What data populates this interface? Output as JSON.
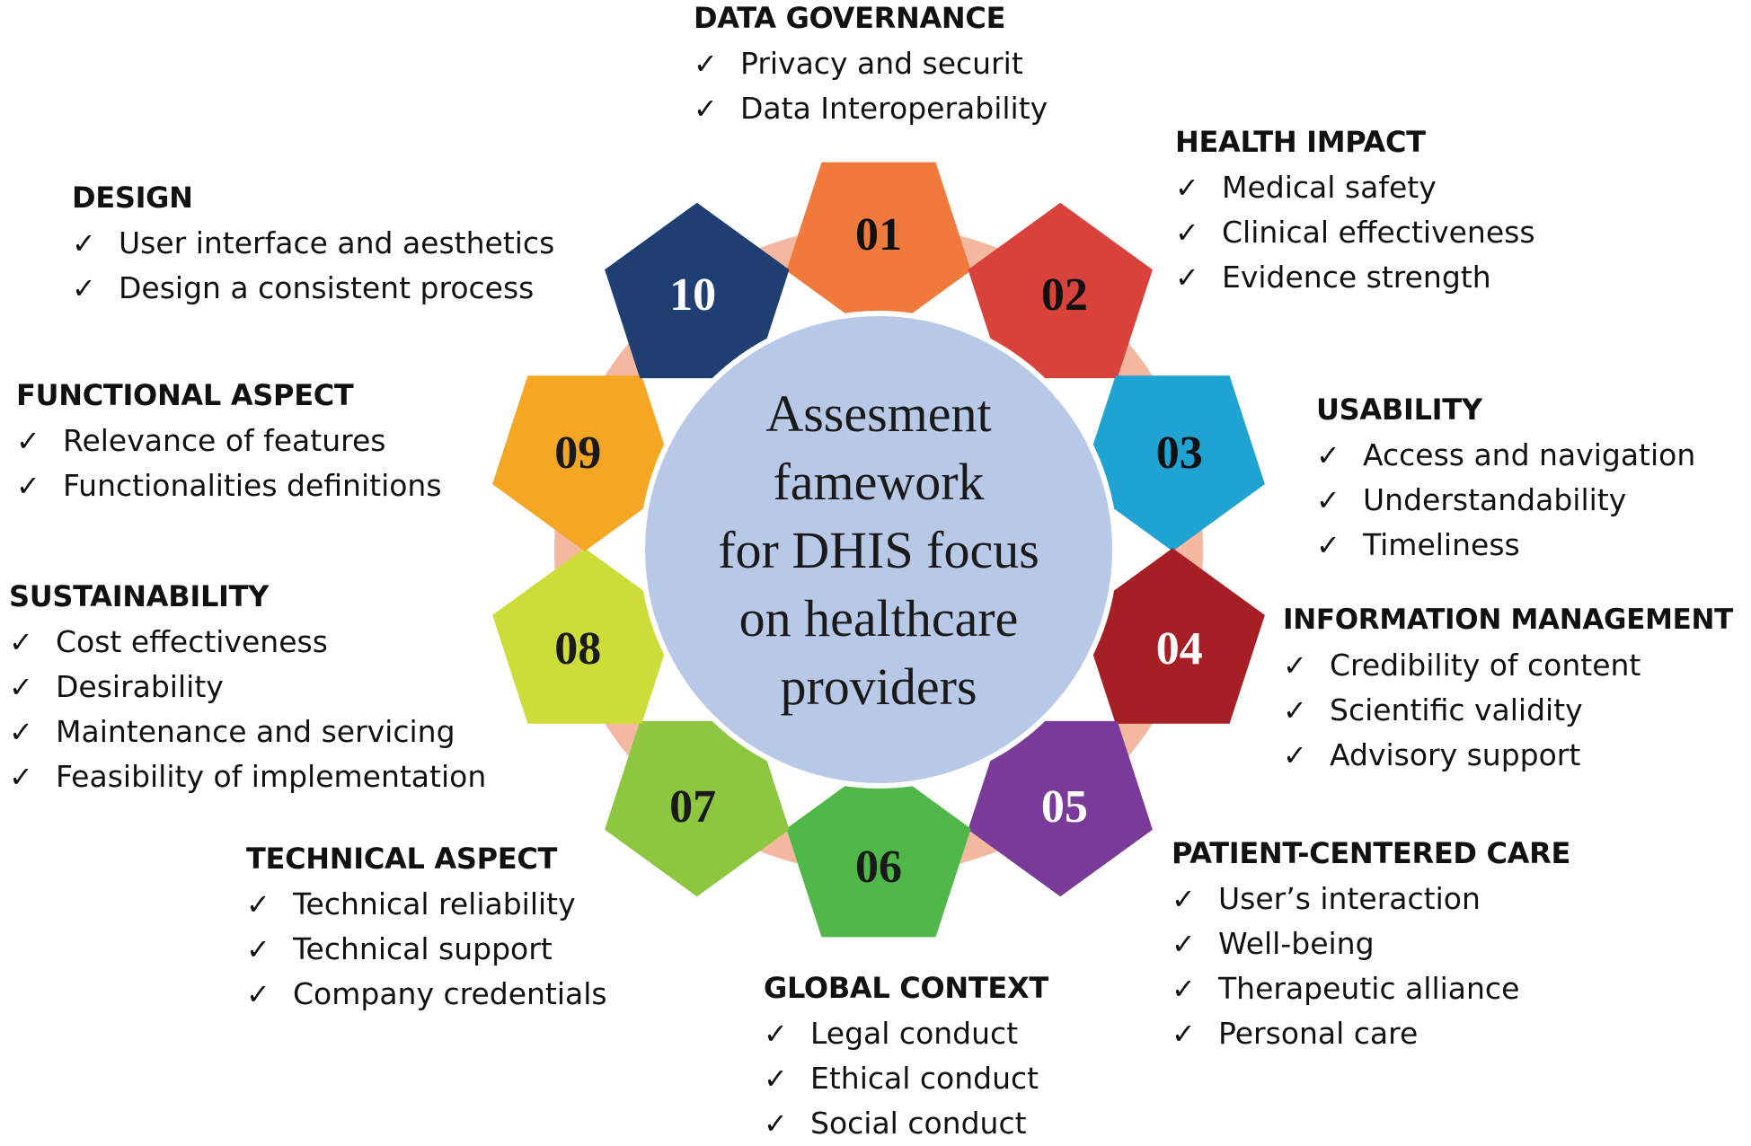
{
  "center": {
    "lines": [
      "Assesment",
      "famework",
      "for DHIS focus",
      "on healthcare",
      "providers"
    ]
  },
  "colors": {
    "center_fill": "#b8c9e8",
    "ring": "#f4b7a0",
    "p01": "#ef7a3c",
    "p02": "#d9423b",
    "p03": "#1ea3d3",
    "p04": "#a61f24",
    "p05": "#7a3a9a",
    "p06": "#4fb848",
    "p07": "#8dc63f",
    "p08": "#cddc39",
    "p09": "#f5a623",
    "p10": "#1f3f73"
  },
  "check_glyph": "✓",
  "numbers": [
    "01",
    "02",
    "03",
    "04",
    "05",
    "06",
    "07",
    "08",
    "09",
    "10"
  ],
  "categories": [
    {
      "title": "DATA GOVERNANCE",
      "items": [
        "Privacy and securit",
        "Data Interoperability"
      ]
    },
    {
      "title": "HEALTH IMPACT",
      "items": [
        "Medical safety",
        "Clinical effectiveness",
        "Evidence strength"
      ]
    },
    {
      "title": "USABILITY",
      "items": [
        "Access and navigation",
        "Understandability",
        "Timeliness"
      ]
    },
    {
      "title": "INFORMATION MANAGEMENT",
      "items": [
        "Credibility of content",
        "Scientific validity",
        "Advisory support"
      ]
    },
    {
      "title": "PATIENT-CENTERED CARE",
      "items": [
        "User’s interaction",
        "Well-being",
        "Therapeutic alliance",
        "Personal care"
      ]
    },
    {
      "title": "GLOBAL CONTEXT",
      "items": [
        "Legal conduct",
        "Ethical conduct",
        "Social conduct"
      ]
    },
    {
      "title": "TECHNICAL ASPECT",
      "items": [
        "Technical reliability",
        "Technical support",
        "Company credentials"
      ]
    },
    {
      "title": "SUSTAINABILITY",
      "items": [
        "Cost effectiveness",
        "Desirability",
        "Maintenance and servicing",
        "Feasibility of implementation"
      ]
    },
    {
      "title": "FUNCTIONAL ASPECT",
      "items": [
        "Relevance of features",
        "Functionalities definitions"
      ]
    },
    {
      "title": "DESIGN",
      "items": [
        "User interface and aesthetics",
        "Design a consistent process"
      ]
    }
  ]
}
